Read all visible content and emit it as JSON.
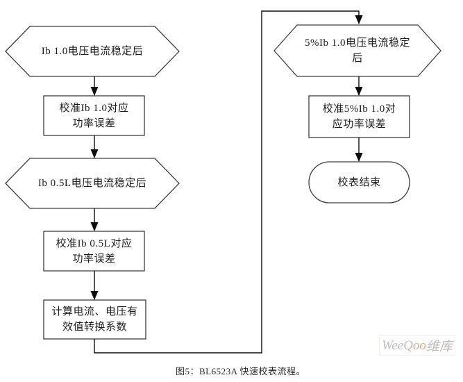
{
  "diagram": {
    "nodes": [
      {
        "id": "ib10-stable",
        "shape": "hexagon",
        "lines": [
          "Ib 1.0电压电流稳定后"
        ]
      },
      {
        "id": "cal-ib10",
        "shape": "process",
        "lines": [
          "校准Ib 1.0对应",
          "功率误差"
        ]
      },
      {
        "id": "ib05l-stable",
        "shape": "hexagon",
        "lines": [
          "Ib 0.5L电压电流稳定后"
        ]
      },
      {
        "id": "cal-ib05l",
        "shape": "process",
        "lines": [
          "校准Ib 0.5L对应",
          "功率误差"
        ]
      },
      {
        "id": "calc-rms-coeff",
        "shape": "process",
        "lines": [
          "计算电流、电压有",
          "效值转换系数"
        ]
      },
      {
        "id": "5pct-ib10-stable",
        "shape": "hexagon",
        "lines": [
          "5%Ib 1.0电压电流稳定",
          "后"
        ]
      },
      {
        "id": "cal-5pct-ib10",
        "shape": "process",
        "lines": [
          "校准5%Ib 1.0对",
          "应功率误差"
        ]
      },
      {
        "id": "end-terminal",
        "shape": "stadium",
        "lines": [
          "校表结束"
        ]
      }
    ],
    "caption": "图5：BL6523A 快速校表流程。"
  },
  "watermark": {
    "prefix": "WeeQ",
    "accent": "oo",
    "suffix": "维库"
  },
  "colors": {
    "bg": "#ffffff",
    "line": "#3d3d3d",
    "arrow": "#0d0d0d",
    "text": "#1c1c1c",
    "caption": "#2b2b2b",
    "wm-gray": "#c2bbb5",
    "wm-accent": "#d8a890"
  }
}
